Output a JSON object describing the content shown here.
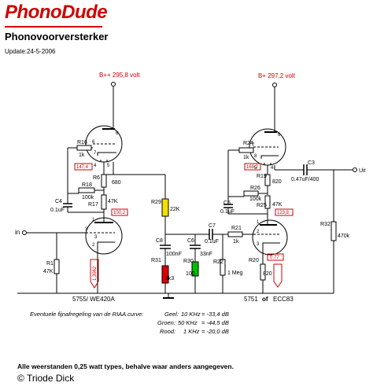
{
  "header": {
    "logo": "PhonoDude",
    "subtitle": "Phonovoorversterker",
    "update": "Update:24-5-2006"
  },
  "colors": {
    "logo": "#d00000",
    "annotation": "#d00000",
    "resistor_yellow": "#f2e000",
    "resistor_red": "#e00000",
    "resistor_green": "#00c000"
  },
  "schematic": {
    "supply_left": "B++ 295,8 volt",
    "supply_right": "B+ 297,2 volt",
    "input_label": "in",
    "output_label": "Uit",
    "tube_left_label": "5755/ WE420A",
    "tube_right_label_a": "5751",
    "tube_right_label_of": "of",
    "tube_right_label_b": "ECC83",
    "voltages": {
      "v1_anode": "147,4",
      "v1_cathode": "100,2",
      "v1_grid_ann": "1,3962",
      "v2_anode": "169,2",
      "v2_cathode": "123,8",
      "v3_cathode": "0.77"
    },
    "components": {
      "r16": "R16",
      "r16_val": "1k",
      "r6": "R6",
      "r6_val": "680",
      "r18": "R18",
      "r18_val": "100k",
      "r17": "R17",
      "r17_val": "47K",
      "c4": "C4",
      "c4_val": "0.1uF",
      "r1": "R1",
      "r1_val": "47K",
      "r29": "R29",
      "r29_val": "22K",
      "c8": "C8",
      "c8_val": "100nF",
      "r31": "R31",
      "r31_val": "3k3",
      "c6": "C6",
      "c6_val": "33nF",
      "r30": "R30",
      "r30_val": "100",
      "c7": "C7",
      "c7_val": "0.1uF",
      "r21": "R21",
      "r21_val": "1k",
      "r22": "R22",
      "r22_val": "1 Meg",
      "r24": "R24",
      "r24_val": "1k",
      "r19": "R19",
      "r19_val": "820",
      "r26": "R26",
      "r26_val": "100k",
      "r25": "R25",
      "r25_val": "47K",
      "c5": "C5",
      "c5_val": "0.1uF",
      "r20": "R20",
      "r20_val": "820",
      "c3": "C3",
      "c3_val": "0,47uF/400",
      "r32": "R32",
      "r32_val": "470k"
    },
    "pins": {
      "p8": "8",
      "p6": "6",
      "p7": "7",
      "p4": "4",
      "p5": "5",
      "p1": "1",
      "p2": "2",
      "p3": "3"
    }
  },
  "riaa_table": {
    "title": "Eventuele fijnafregeling van de RIAA curve:",
    "rows": [
      {
        "name": "Geel:",
        "freq": "10 KHz",
        "value": "= -33,4 dB"
      },
      {
        "name": "Groen:",
        "freq": "50 KHz",
        "value": "= -44,5 dB"
      },
      {
        "name": "Rood:",
        "freq": "1 KHz",
        "value": "= -20,0 dB"
      }
    ]
  },
  "footer": {
    "note": "Alle weerstanden 0,25 watt types, behalve waar anders aangegeven.",
    "copyright": "© Triode Dick"
  }
}
